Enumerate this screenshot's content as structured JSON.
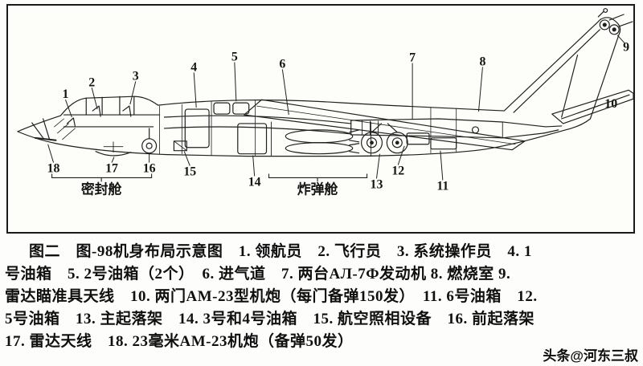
{
  "colors": {
    "ink": "#1b1b1b",
    "paper": "#fdfdfb"
  },
  "figure": {
    "label": "图二",
    "title": "图-98机身布局示意图"
  },
  "diagram": {
    "callouts": [
      "1",
      "2",
      "3",
      "4",
      "5",
      "6",
      "7",
      "8",
      "9",
      "10",
      "11",
      "12",
      "13",
      "14",
      "15",
      "16",
      "17",
      "18"
    ],
    "region_labels": {
      "sealed_cabin": "密封舱",
      "bomb_bay": "炸弹舱"
    }
  },
  "legend": [
    {
      "num": "1.",
      "text": "领航员"
    },
    {
      "num": "2.",
      "text": "飞行员"
    },
    {
      "num": "3.",
      "text": "系统操作员"
    },
    {
      "num": "4.",
      "text": "1号油箱"
    },
    {
      "num": "5.",
      "text": "2号油箱（2个）"
    },
    {
      "num": "6.",
      "text": "进气道"
    },
    {
      "num": "7.",
      "text": "两台АЛ-7Ф发动机"
    },
    {
      "num": "8.",
      "text": "燃烧室"
    },
    {
      "num": "9.",
      "text": "雷达瞄准具天线"
    },
    {
      "num": "10.",
      "text": "两门AM-23型机炮（每门备弹150发）"
    },
    {
      "num": "11.",
      "text": "6号油箱"
    },
    {
      "num": "12.",
      "text": "5号油箱"
    },
    {
      "num": "13.",
      "text": "主起落架"
    },
    {
      "num": "14.",
      "text": "3号和4号油箱"
    },
    {
      "num": "15.",
      "text": "航空照相设备"
    },
    {
      "num": "16.",
      "text": "前起落架"
    },
    {
      "num": "17.",
      "text": "雷达天线"
    },
    {
      "num": "18.",
      "text": "23毫米AM-23机炮（备弹50发）"
    }
  ],
  "caption": {
    "lines": [
      "图二　图-98机身布局示意图　1. 领航员　2. 飞行员　3. 系统操作员　4. 1",
      "号油箱　5. 2号油箱（2个）　6. 进气道　7. 两台АЛ-7Ф发动机 8. 燃烧室 9.",
      "雷达瞄准具天线　10. 两门AM-23型机炮（每门备弹150发）　11. 6号油箱　12.",
      "5号油箱　13. 主起落架　14. 3号和4号油箱　15. 航空照相设备　16. 前起落架",
      "17. 雷达天线　18. 23毫米AM-23机炮（备弹50发）"
    ]
  },
  "watermark": {
    "text": "头条@河东三叔"
  }
}
